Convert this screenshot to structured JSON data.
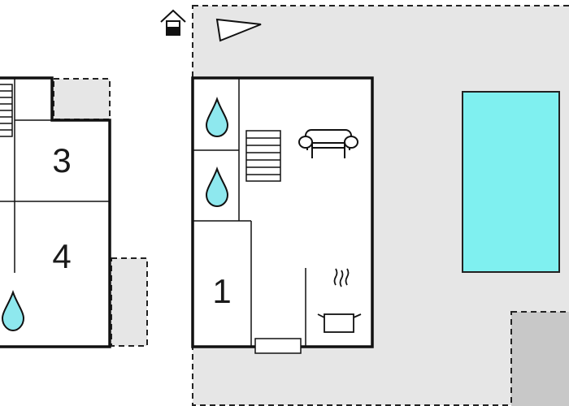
{
  "floor_plan": {
    "rooms": [
      {
        "id": "room-1",
        "label": "1"
      },
      {
        "id": "room-3",
        "label": "3"
      },
      {
        "id": "room-4",
        "label": "4"
      }
    ],
    "icons": [
      "water-drop-icon",
      "stairs-icon",
      "sofa-icon",
      "cooking-pot-icon",
      "house-entrance-icon",
      "north-arrow-icon"
    ],
    "colors": {
      "wall": "#111111",
      "outdoor_area": "#e6e6e6",
      "terrace": "#c8c8c8",
      "pool": "#7ff0f0",
      "water_drop": "#8ee8ee"
    }
  }
}
